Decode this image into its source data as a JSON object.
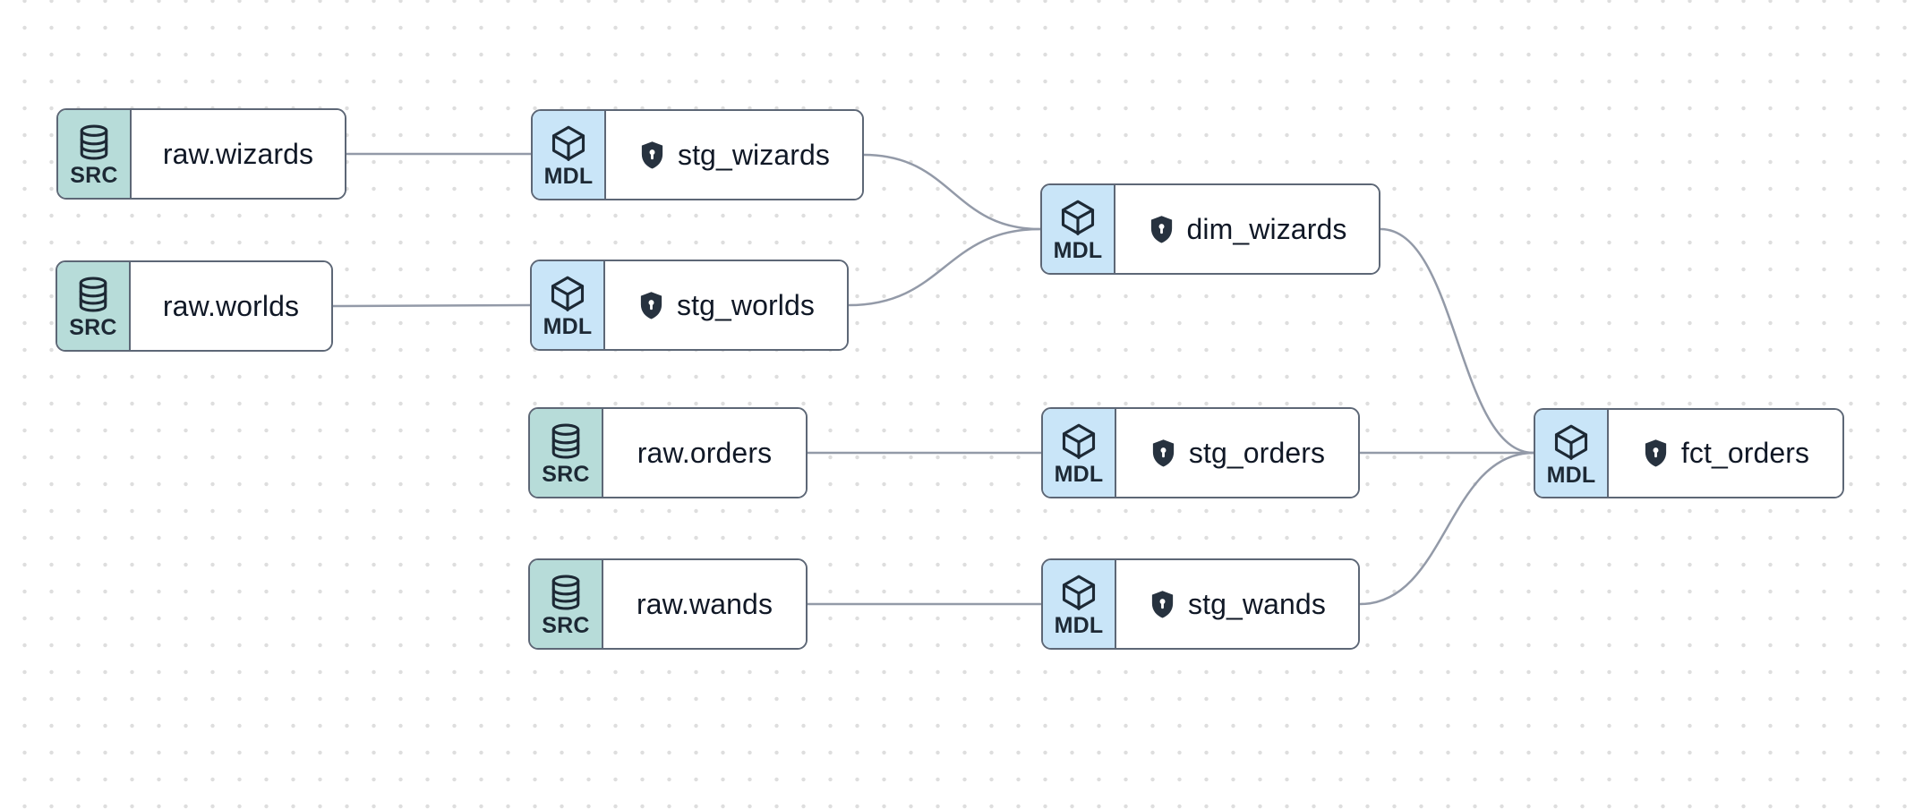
{
  "app": {
    "view": "data lineage graph"
  },
  "colors": {
    "source_badge_bg": "#b7dcd9",
    "model_badge_bg": "#c9e5f8",
    "node_border": "#5d6776",
    "edge": "#939aa8",
    "label_text": "#101826",
    "shield_fill": "#27323f",
    "grid_dot": "#dedede"
  },
  "nodes": [
    {
      "id": "raw.wizards",
      "type": "source",
      "badge": "SRC",
      "icon": "database-icon",
      "label": "raw.wizards",
      "shield": false
    },
    {
      "id": "raw.worlds",
      "type": "source",
      "badge": "SRC",
      "icon": "database-icon",
      "label": "raw.worlds",
      "shield": false
    },
    {
      "id": "stg_wizards",
      "type": "model",
      "badge": "MDL",
      "icon": "cube-icon",
      "label": "stg_wizards",
      "shield": true
    },
    {
      "id": "stg_worlds",
      "type": "model",
      "badge": "MDL",
      "icon": "cube-icon",
      "label": "stg_worlds",
      "shield": true
    },
    {
      "id": "dim_wizards",
      "type": "model",
      "badge": "MDL",
      "icon": "cube-icon",
      "label": "dim_wizards",
      "shield": true
    },
    {
      "id": "raw.orders",
      "type": "source",
      "badge": "SRC",
      "icon": "database-icon",
      "label": "raw.orders",
      "shield": false
    },
    {
      "id": "stg_orders",
      "type": "model",
      "badge": "MDL",
      "icon": "cube-icon",
      "label": "stg_orders",
      "shield": true
    },
    {
      "id": "raw.wands",
      "type": "source",
      "badge": "SRC",
      "icon": "database-icon",
      "label": "raw.wands",
      "shield": false
    },
    {
      "id": "stg_wands",
      "type": "model",
      "badge": "MDL",
      "icon": "cube-icon",
      "label": "stg_wands",
      "shield": true
    },
    {
      "id": "fct_orders",
      "type": "model",
      "badge": "MDL",
      "icon": "cube-icon",
      "label": "fct_orders",
      "shield": true
    }
  ],
  "edges": [
    {
      "from": "raw.wizards",
      "to": "stg_wizards"
    },
    {
      "from": "raw.worlds",
      "to": "stg_worlds"
    },
    {
      "from": "stg_wizards",
      "to": "dim_wizards"
    },
    {
      "from": "stg_worlds",
      "to": "dim_wizards"
    },
    {
      "from": "raw.orders",
      "to": "stg_orders"
    },
    {
      "from": "raw.wands",
      "to": "stg_wands"
    },
    {
      "from": "dim_wizards",
      "to": "fct_orders"
    },
    {
      "from": "stg_orders",
      "to": "fct_orders"
    },
    {
      "from": "stg_wands",
      "to": "fct_orders"
    }
  ]
}
